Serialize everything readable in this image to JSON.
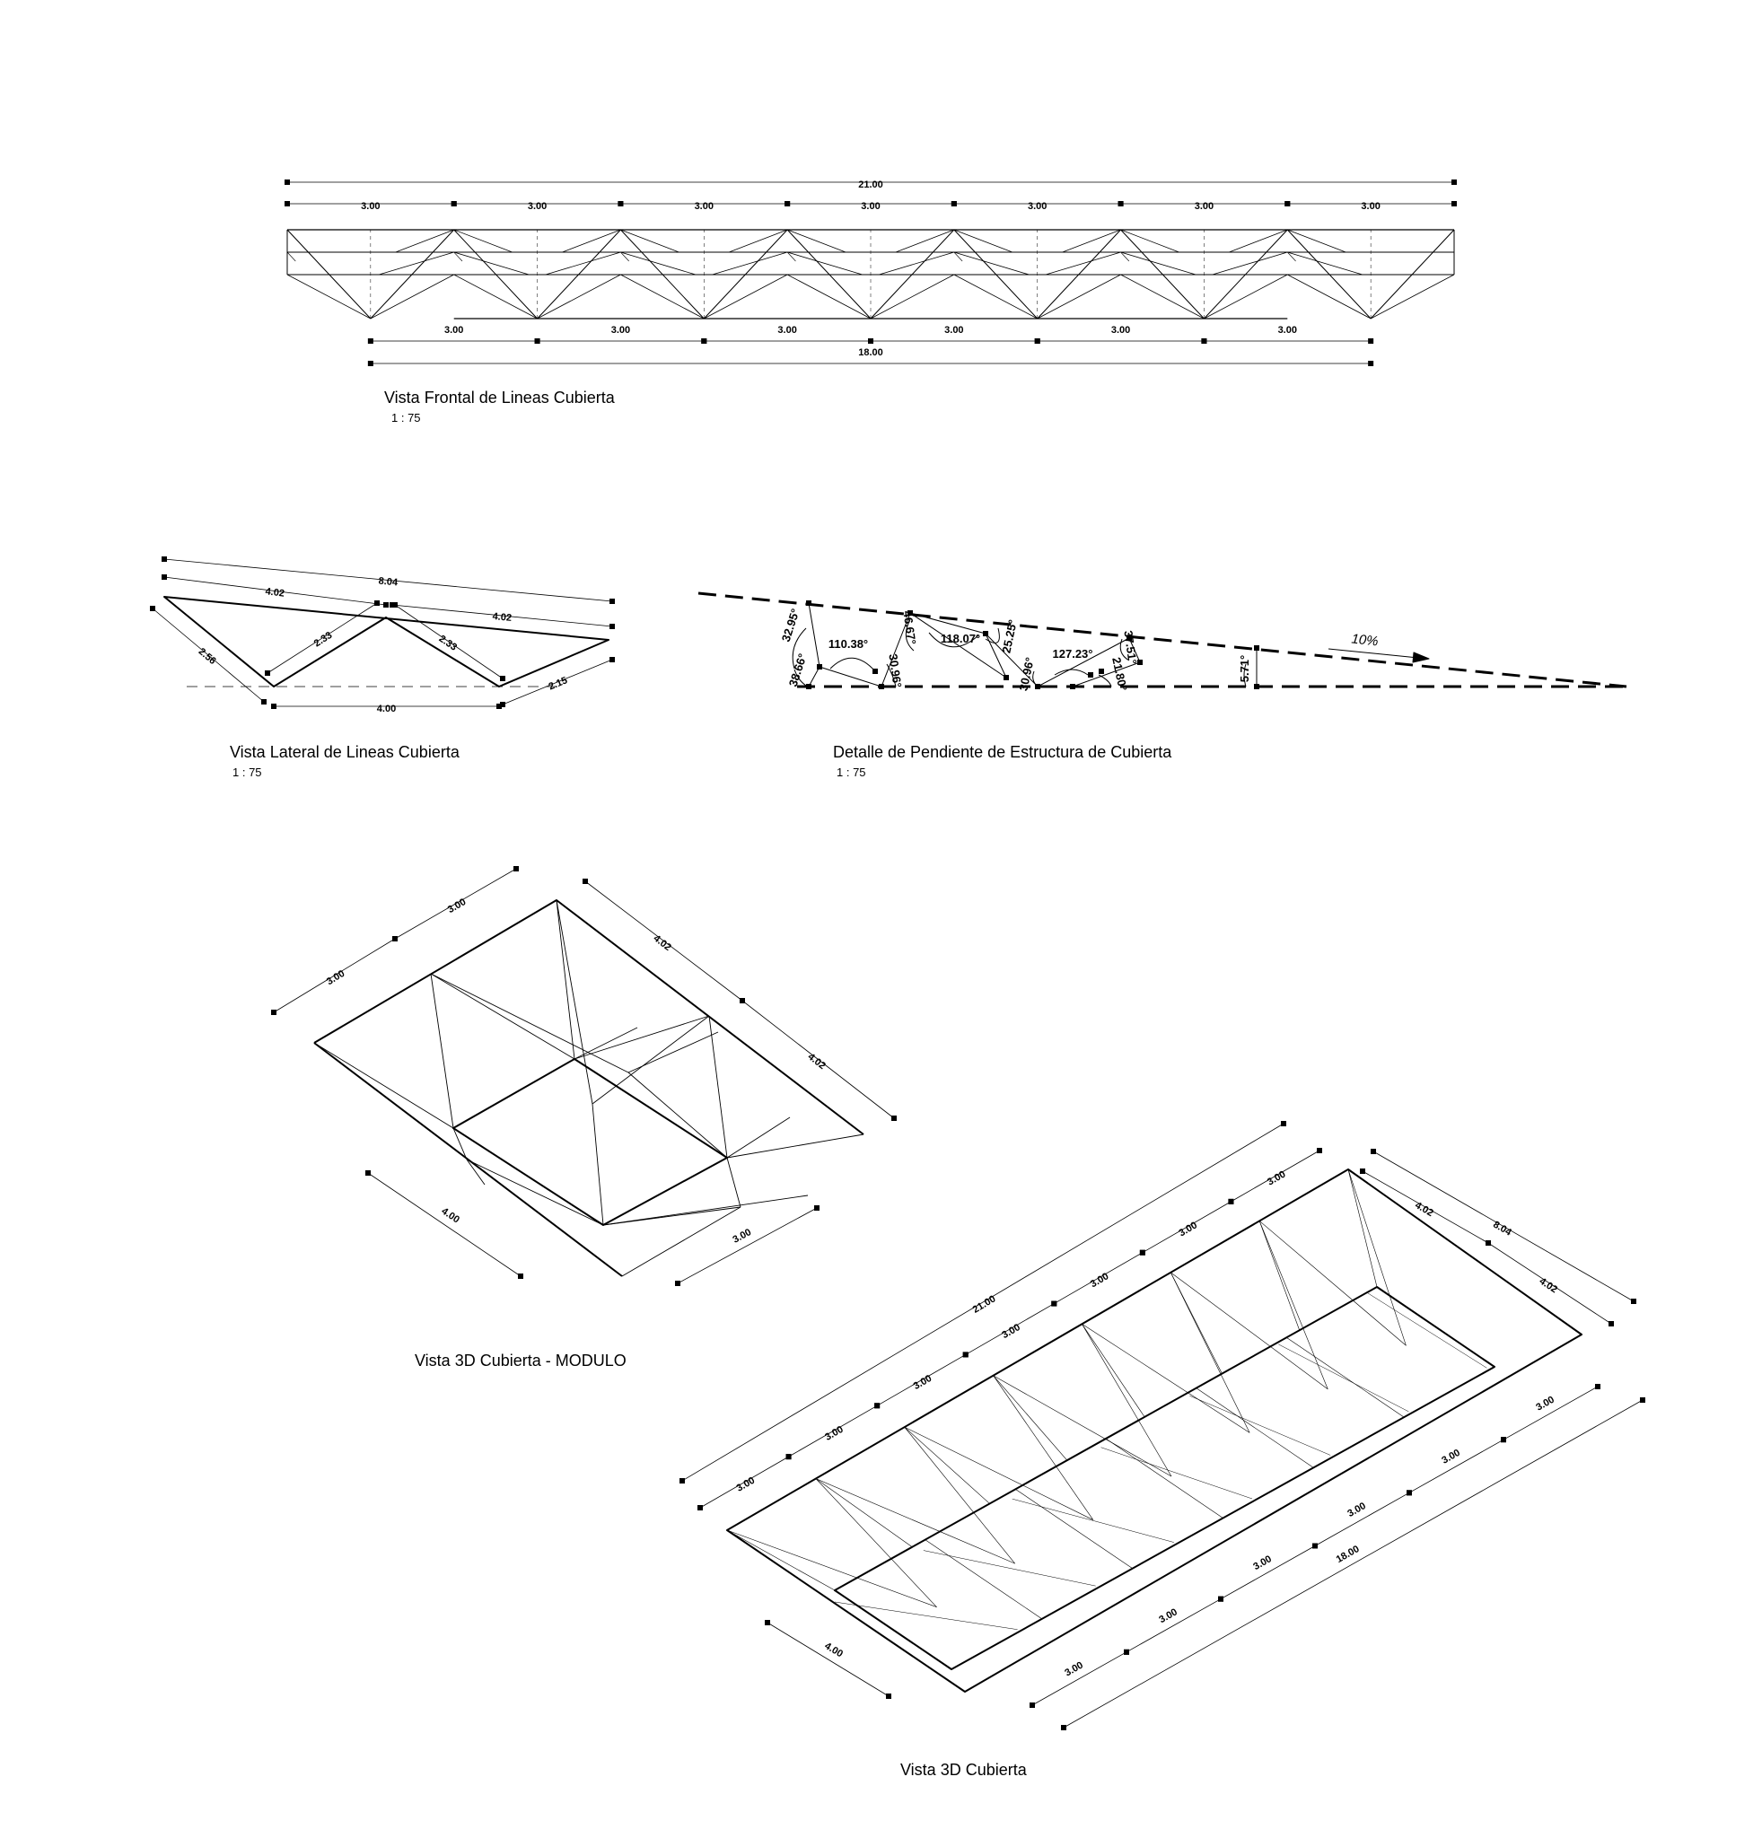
{
  "front_view": {
    "title": "Vista Frontal de Lineas Cubierta",
    "scale": "1 : 75",
    "top_overall": "21.00",
    "top_bays": [
      "3.00",
      "3.00",
      "3.00",
      "3.00",
      "3.00",
      "3.00",
      "3.00"
    ],
    "bottom_bays": [
      "3.00",
      "3.00",
      "3.00",
      "3.00",
      "3.00",
      "3.00"
    ],
    "bottom_overall": "18.00"
  },
  "side_view": {
    "title": "Vista Lateral de Lineas Cubierta",
    "scale": "1 : 75",
    "overall": "8.04",
    "half_left": "4.02",
    "half_right": "4.02",
    "left_edge": "2.56",
    "diag_left": "2.33",
    "diag_right": "2.33",
    "right_edge": "2.15",
    "bottom": "4.00"
  },
  "slope_detail": {
    "title": "Detalle de Pendiente de Estructura de Cubierta",
    "scale": "1 : 75",
    "slope": "10%",
    "angles": [
      "32.95°",
      "38.66°",
      "110.38°",
      "30.96°",
      "46.67°",
      "118.07°",
      "25.25°",
      "30.96°",
      "127.23°",
      "21.80°",
      "37.51°",
      "5.71°"
    ]
  },
  "module_3d": {
    "title": "Vista 3D Cubierta - MODULO",
    "dims": [
      "3.00",
      "3.00",
      "4.02",
      "4.02",
      "4.00",
      "3.00"
    ]
  },
  "full_3d": {
    "title": "Vista 3D Cubierta",
    "top_overall": "21.00",
    "top_bays": [
      "3.00",
      "3.00",
      "3.00",
      "3.00",
      "3.00",
      "3.00",
      "3.00"
    ],
    "right_overall": "8.04",
    "right_halves": [
      "4.02",
      "4.02"
    ],
    "bottom_overall": "18.00",
    "bottom_bays": [
      "3.00",
      "3.00",
      "3.00",
      "3.00",
      "3.00",
      "3.00"
    ],
    "left_depth": "4.00"
  }
}
